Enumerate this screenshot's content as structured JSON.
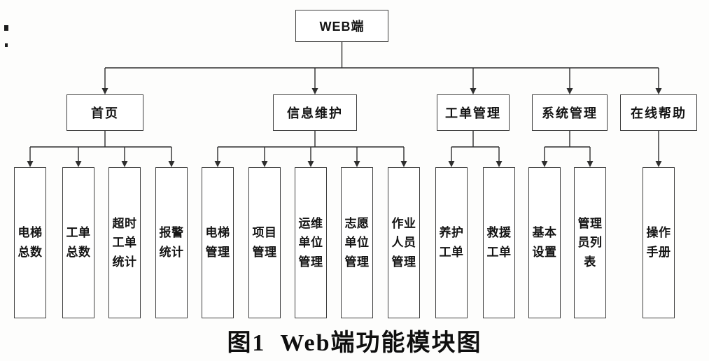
{
  "figure": {
    "caption": "图1  Web端功能模块图",
    "root": {
      "id": "web",
      "label": "WEB端"
    },
    "branches": [
      {
        "id": "home",
        "label": "首页",
        "children": [
          {
            "id": "elevator-total",
            "label": "电梯总数"
          },
          {
            "id": "workorder-total",
            "label": "工单总数"
          },
          {
            "id": "overtime-workorder-stats",
            "label": "超时工单统计"
          },
          {
            "id": "alarm-stats",
            "label": "报警统计"
          }
        ]
      },
      {
        "id": "info-maintenance",
        "label": "信息维护",
        "children": [
          {
            "id": "elevator-management",
            "label": "电梯管理"
          },
          {
            "id": "project-management",
            "label": "项目管理"
          },
          {
            "id": "maintenance-unit-management",
            "label": "运维单位管理"
          },
          {
            "id": "volunteer-unit-management",
            "label": "志愿单位管理"
          },
          {
            "id": "operator-management",
            "label": "作业人员管理"
          }
        ]
      },
      {
        "id": "workorder-management",
        "label": "工单管理",
        "children": [
          {
            "id": "maintenance-workorder",
            "label": "养护工单"
          },
          {
            "id": "rescue-workorder",
            "label": "救援工单"
          }
        ]
      },
      {
        "id": "system-management",
        "label": "系统管理",
        "children": [
          {
            "id": "basic-settings",
            "label": "基本设置"
          },
          {
            "id": "admin-list",
            "label": "管理员列表"
          }
        ]
      },
      {
        "id": "online-help",
        "label": "在线帮助",
        "children": [
          {
            "id": "operation-manual",
            "label": "操作手册"
          }
        ]
      }
    ]
  }
}
